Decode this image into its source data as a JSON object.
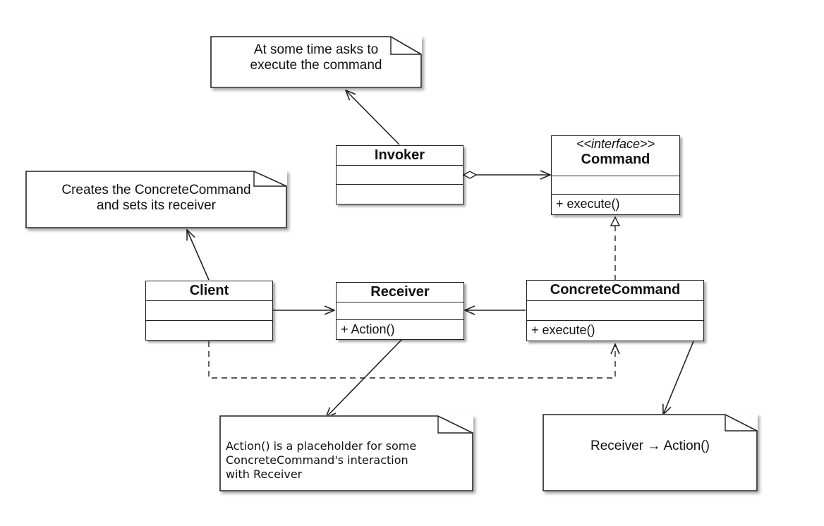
{
  "classes": {
    "invoker": {
      "name": "Invoker",
      "operations": ""
    },
    "command": {
      "stereotype": "<<interface>>",
      "name": "Command",
      "operations": "+ execute()"
    },
    "client": {
      "name": "Client",
      "operations": ""
    },
    "receiver": {
      "name": "Receiver",
      "operations": "+ Action()"
    },
    "concrete_command": {
      "name": "ConcreteCommand",
      "operations": "+ execute()"
    }
  },
  "notes": {
    "invoker_note": "At some time asks to\nexecute the command",
    "client_note": "Creates the ConcreteCommand\nand sets its receiver",
    "action_note": "Action() is a placeholder for some\nConcreteCommand's interaction\nwith Receiver",
    "execute_note": "Receiver → Action()"
  },
  "colors": {
    "line": "#222222",
    "fill": "#ffffff"
  }
}
